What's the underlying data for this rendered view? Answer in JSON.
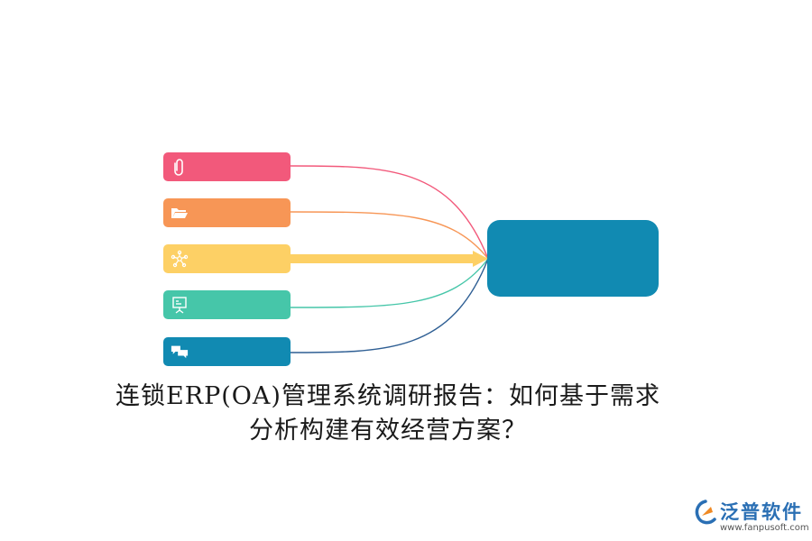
{
  "title": {
    "line1": "连锁ERP(OA)管理系统调研报告：如何基于需求",
    "line2": "分析构建有效经营方案？"
  },
  "items": [
    {
      "icon": "paperclip-icon",
      "color": "#f2597b"
    },
    {
      "icon": "folder-open-icon",
      "color": "#f79656"
    },
    {
      "icon": "network-icon",
      "color": "#fdd065"
    },
    {
      "icon": "presentation-board-icon",
      "color": "#46c6a9"
    },
    {
      "icon": "chat-bubbles-icon",
      "color": "#118ab2"
    }
  ],
  "hub": {
    "color": "#118ab2"
  },
  "logo": {
    "brand": "泛普软件",
    "url": "www.fanpusoft.com",
    "mark_color": "#2a6fb4",
    "accent_color": "#f08a24"
  }
}
